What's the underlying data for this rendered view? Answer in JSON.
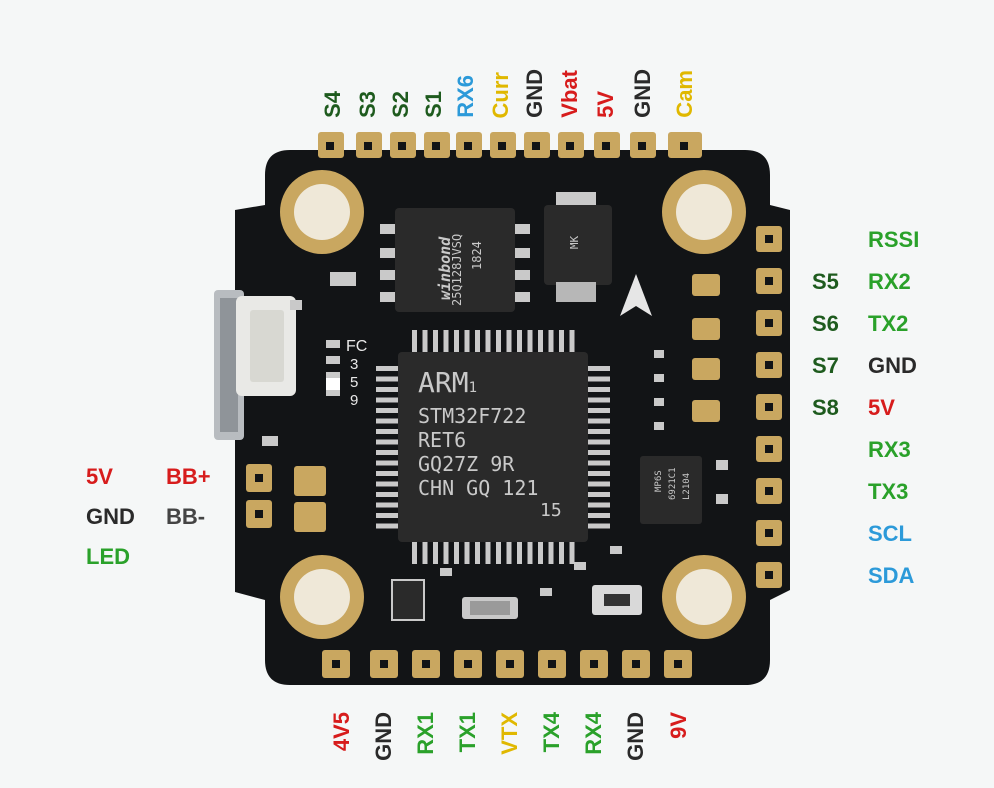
{
  "colors": {
    "board": "#121416",
    "pad": "#c9a760",
    "chip": "#2a2a2a",
    "background": "#f5f7f7"
  },
  "top_labels": [
    {
      "text": "S4",
      "color": "dkgreen"
    },
    {
      "text": "S3",
      "color": "dkgreen"
    },
    {
      "text": "S2",
      "color": "dkgreen"
    },
    {
      "text": "S1",
      "color": "dkgreen"
    },
    {
      "text": "RX6",
      "color": "blue"
    },
    {
      "text": "Curr",
      "color": "yellow"
    },
    {
      "text": "GND",
      "color": "black"
    },
    {
      "text": "Vbat",
      "color": "red"
    },
    {
      "text": "5V",
      "color": "red"
    },
    {
      "text": "GND",
      "color": "black"
    },
    {
      "text": "Cam",
      "color": "yellow"
    }
  ],
  "bottom_labels": [
    {
      "text": "4V5",
      "color": "red"
    },
    {
      "text": "GND",
      "color": "black"
    },
    {
      "text": "RX1",
      "color": "green"
    },
    {
      "text": "TX1",
      "color": "green"
    },
    {
      "text": "VTX",
      "color": "yellow"
    },
    {
      "text": "TX4",
      "color": "green"
    },
    {
      "text": "RX4",
      "color": "green"
    },
    {
      "text": "GND",
      "color": "black"
    },
    {
      "text": "9V",
      "color": "red"
    }
  ],
  "right_labels": [
    "RSSI",
    "RX2",
    "TX2",
    "GND",
    "5V",
    "RX3",
    "TX3",
    "SCL",
    "SDA"
  ],
  "right_label_colors": [
    "green",
    "green",
    "green",
    "black",
    "red",
    "green",
    "green",
    "blue",
    "blue"
  ],
  "inner_right_labels": [
    "S5",
    "S6",
    "S7",
    "S8"
  ],
  "left_labels": {
    "outer": [
      "5V",
      "GND",
      "LED"
    ],
    "outer_colors": [
      "red",
      "black",
      "green"
    ],
    "inner": [
      "BB+",
      "BB-"
    ],
    "inner_colors": [
      "red",
      "grey"
    ]
  },
  "chips": {
    "mcu_lines": [
      "ARM",
      "STM32F722",
      "RET6",
      "GQ27Z 9R",
      "CHN GQ 121"
    ],
    "mcu_sub": "1",
    "mcu_mark": "15",
    "flash_lines": [
      "winbond",
      "25Q128JVSQ",
      "1824"
    ],
    "diode": "MK",
    "gyro_lines": [
      "MP6S",
      "6921C1",
      "L2104"
    ],
    "led_labels": [
      "FC",
      "3",
      "5",
      "9"
    ]
  }
}
